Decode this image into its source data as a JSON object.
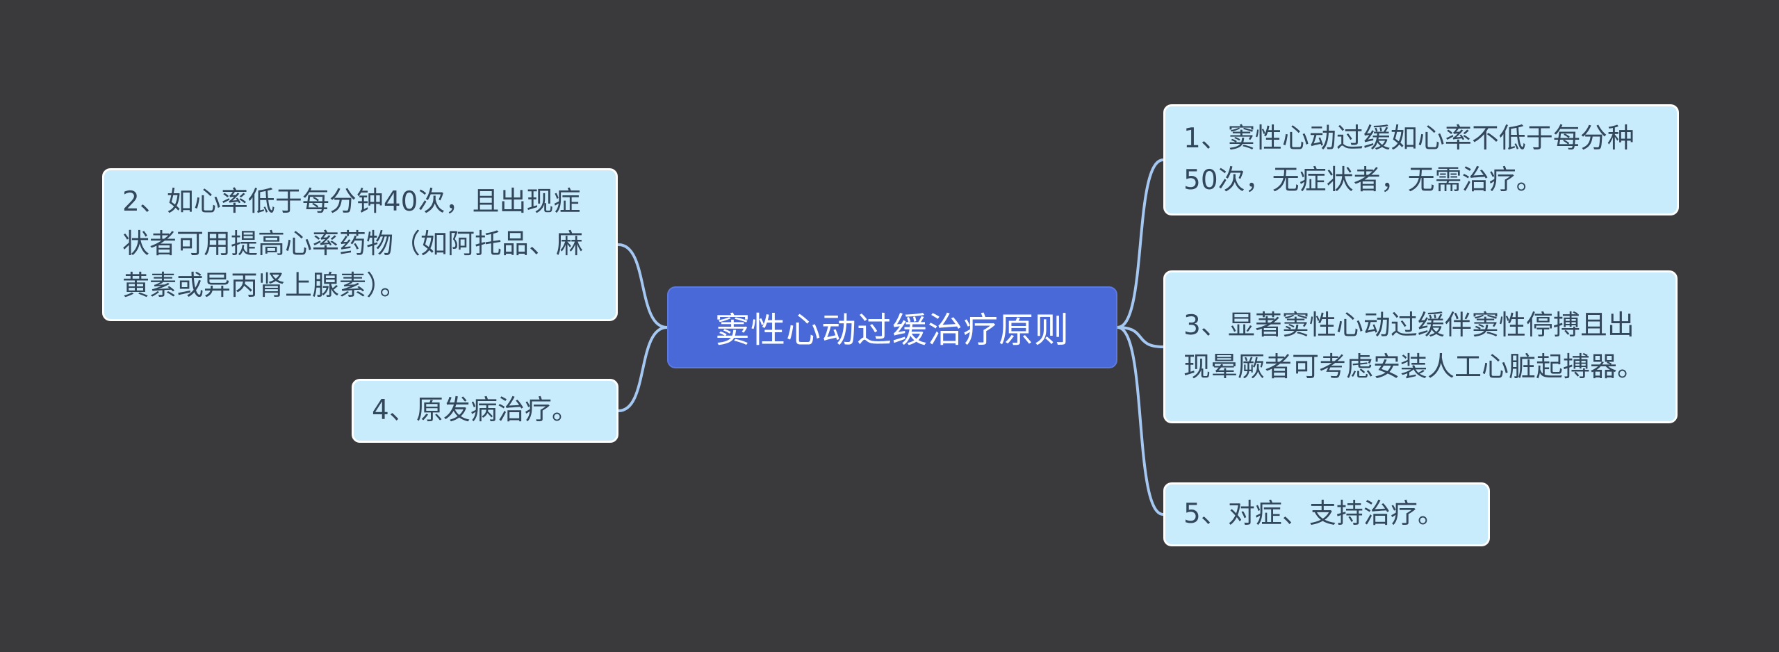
{
  "diagram": {
    "background_color": "#3a3a3c",
    "root": {
      "label": "窦性心动过缓治疗原则",
      "bg_color": "#4a69d9",
      "text_color": "#ffffff"
    },
    "node_style": {
      "bg_color": "#c9ecfd",
      "border_color": "#ffffff",
      "text_color": "#33475b",
      "connector_color": "#a5c8f2"
    },
    "nodes": [
      {
        "id": "n1",
        "side": "right",
        "label": "1、窦性心动过缓如心率不低于每分种50次，无症状者，无需治疗。"
      },
      {
        "id": "n2",
        "side": "left",
        "label": "2、如心率低于每分钟40次，且出现症状者可用提高心率药物（如阿托品、麻黄素或异丙肾上腺素）。"
      },
      {
        "id": "n3",
        "side": "right",
        "label": "3、显著窦性心动过缓伴窦性停搏且出现晕厥者可考虑安装人工心脏起搏器。"
      },
      {
        "id": "n4",
        "side": "left",
        "label": "4、原发病治疗。"
      },
      {
        "id": "n5",
        "side": "right",
        "label": "5、对症、支持治疗。"
      }
    ]
  }
}
